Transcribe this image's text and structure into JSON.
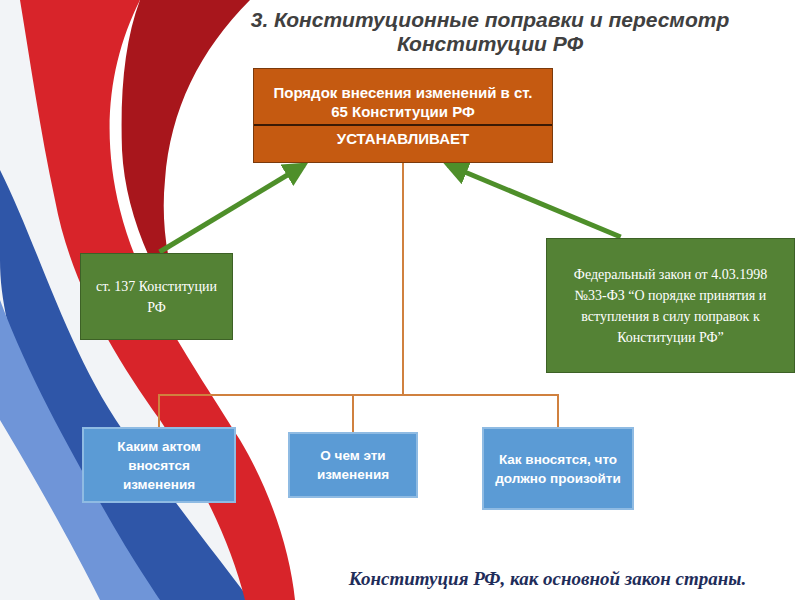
{
  "diagram": {
    "title": "3. Конституционные поправки и пересмотр Конституции РФ",
    "caption": "Конституция РФ, как основной закон страны.",
    "nodes": [
      {
        "text": [
          "Порядок внесения изменений в ст. 65 Конституции РФ",
          "УСТАНАВЛИВАЕТ"
        ]
      },
      {
        "text": [
          "ст. 137 Конституции РФ"
        ]
      },
      {
        "text": [
          "Федеральный закон от 4.03.1998 №33-ФЗ “О порядке принятия и вступления в силу поправок к Конституции РФ”"
        ]
      },
      {
        "text": [
          "Каким актом вносятся изменения"
        ]
      },
      {
        "text": [
          "О чем эти изменения"
        ]
      },
      {
        "text": [
          "Как вносятся, что должно произойти"
        ]
      }
    ],
    "edges": [
      {
        "from": 1,
        "to": 0,
        "arrow": "to"
      },
      {
        "from": 2,
        "to": 0,
        "arrow": "to"
      },
      {
        "from": 0,
        "to": 3,
        "arrow": "none"
      },
      {
        "from": 0,
        "to": 4,
        "arrow": "none"
      },
      {
        "from": 0,
        "to": 5,
        "arrow": "none"
      }
    ]
  }
}
